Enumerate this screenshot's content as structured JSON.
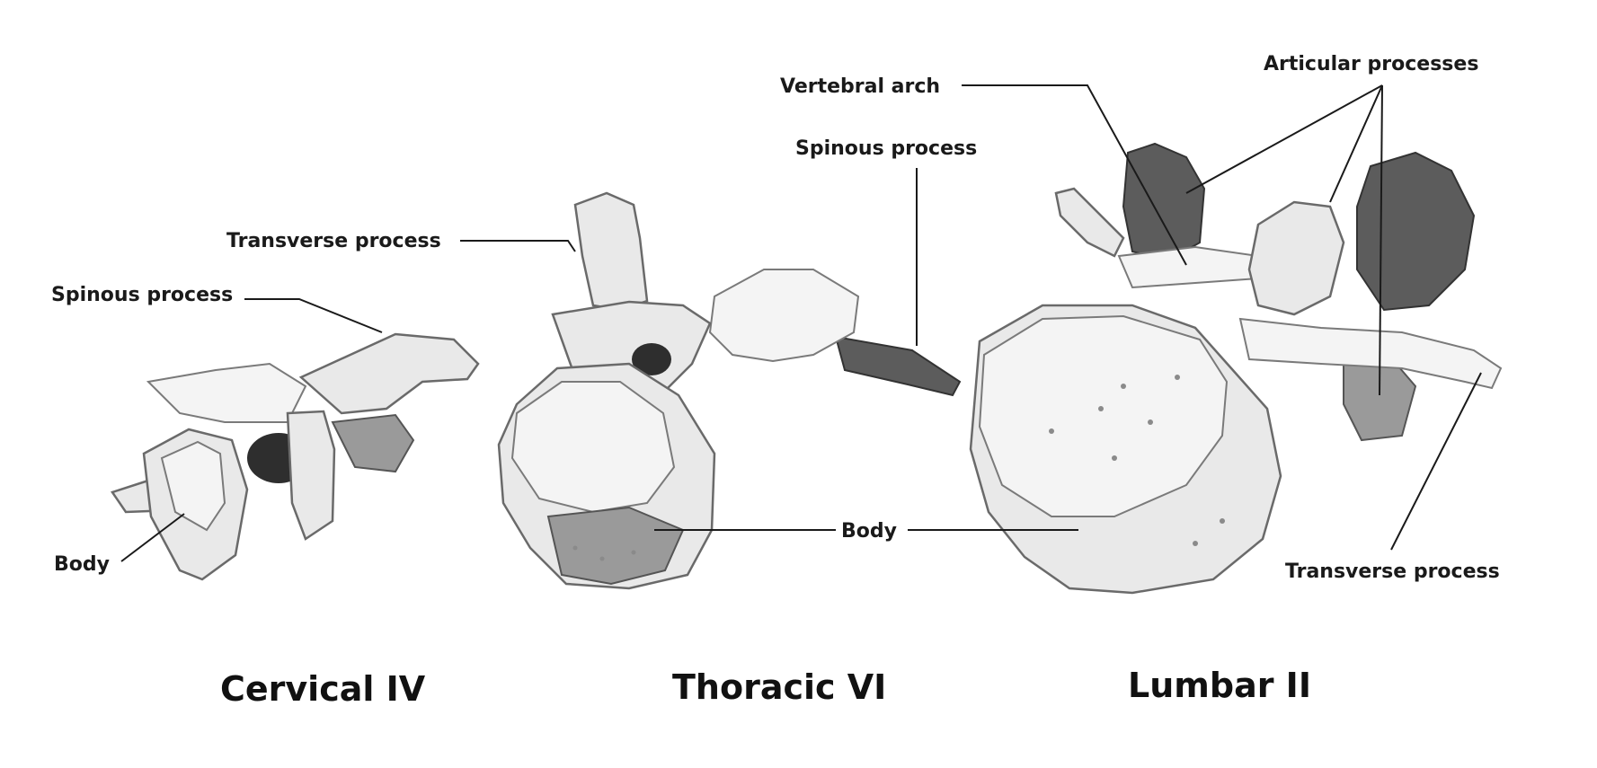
{
  "vertebrae": [
    {
      "title": "Cervical IV",
      "labels": {
        "spinous": "Spinous process",
        "transverse": "Transverse process",
        "body": "Body"
      }
    },
    {
      "title": "Thoracic VI",
      "labels": {
        "spinous": "Spinous process",
        "body": "Body"
      }
    },
    {
      "title": "Lumbar II",
      "labels": {
        "arch": "Vertebral arch",
        "articular": "Articular processes",
        "transverse": "Transverse process"
      }
    }
  ]
}
